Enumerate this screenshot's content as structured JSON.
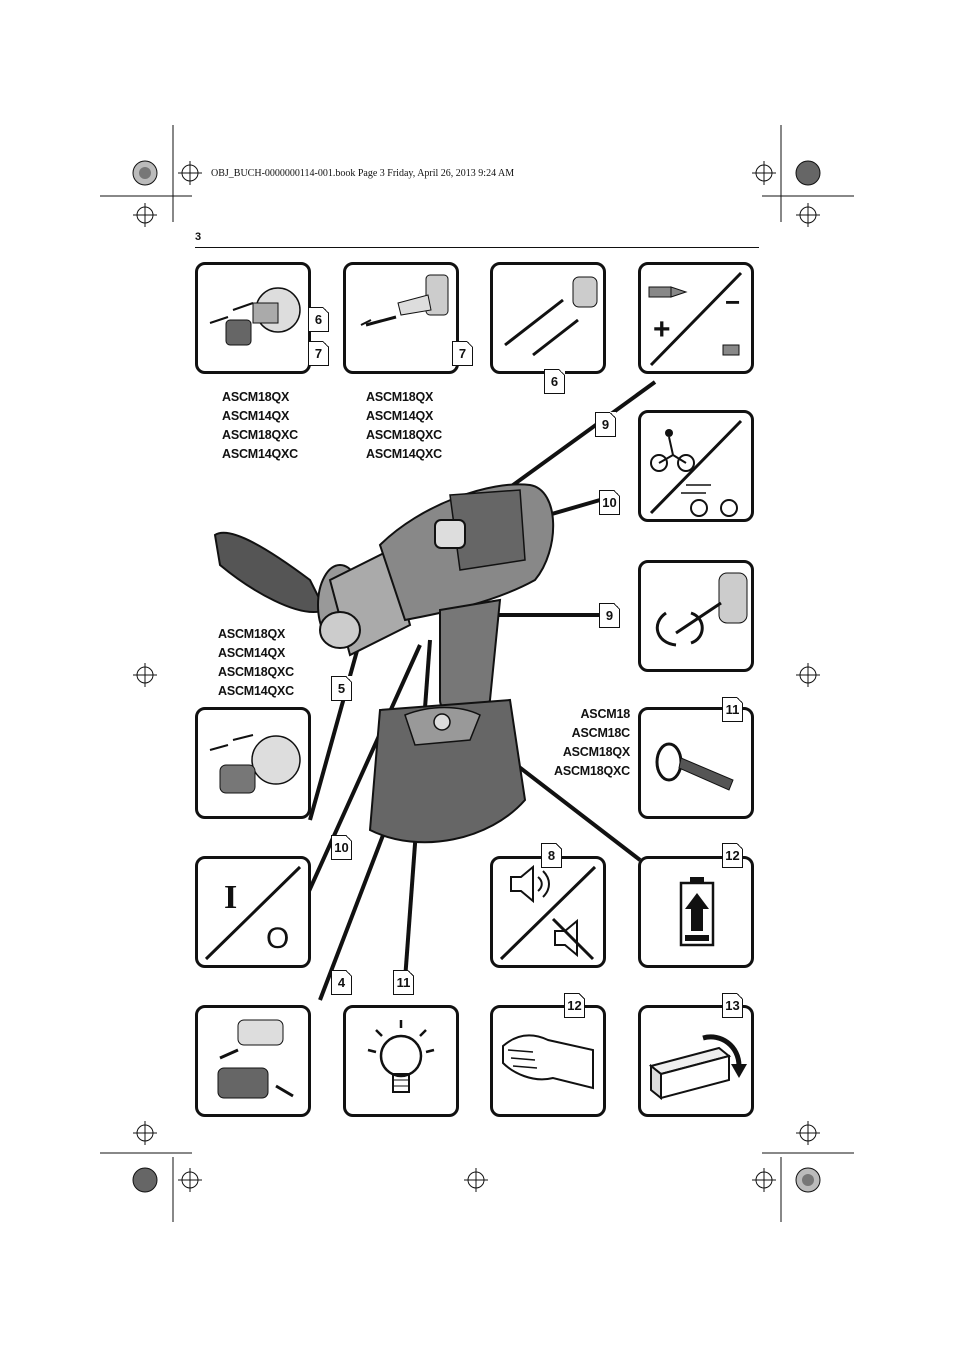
{
  "header": {
    "file_line": "OBJ_BUCH-0000000114-001.book  Page 3  Friday, April 26, 2013  9:24 AM",
    "page_number": "3"
  },
  "model_groups": {
    "group_a": [
      "ASCM18QX",
      "ASCM14QX",
      "ASCM18QXC",
      "ASCM14QXC"
    ],
    "group_b": [
      "ASCM18QX",
      "ASCM14QX",
      "ASCM18QXC",
      "ASCM14QXC"
    ],
    "group_c": [
      "ASCM18QX",
      "ASCM14QX",
      "ASCM18QXC",
      "ASCM14QXC"
    ],
    "group_d": [
      "ASCM18",
      "ASCM18C",
      "ASCM18QX",
      "ASCM18QXC"
    ]
  },
  "badges": {
    "p1_top": "6",
    "p1_bottom": "7",
    "p2": "7",
    "p3": "6",
    "torque": "9",
    "gear": "10",
    "rotation": "9",
    "chuck": "5",
    "handle": "11",
    "switch": "10",
    "sound": "8",
    "charge": "12",
    "battery": "4",
    "light": "11",
    "hand": "12",
    "box": "13"
  },
  "symbols": {
    "plus": "+",
    "minus": "−",
    "on": "I",
    "off": "O"
  },
  "icons": {
    "torque": "screw-torque-icon",
    "gear": "bicycle-speed-icon",
    "rotation": "rotation-direction-icon",
    "handle": "side-handle-icon",
    "switch": "on-off-icon",
    "sound": "speaker-icon",
    "charge": "battery-charge-icon",
    "light": "lightbulb-icon",
    "hand": "hand-icon",
    "box": "packaging-icon"
  }
}
